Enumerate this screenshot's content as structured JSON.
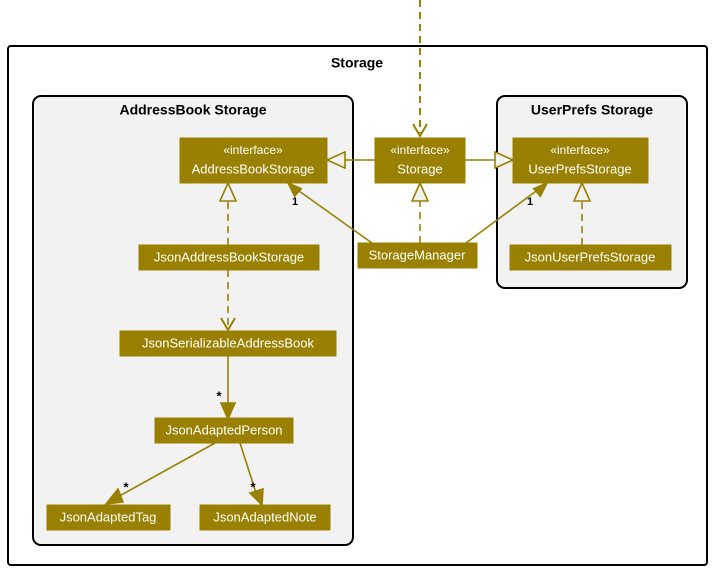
{
  "diagram": {
    "type": "uml-class-diagram",
    "outer_frame": {
      "title": "Storage",
      "fill": "#ffffff",
      "stroke": "#000000"
    },
    "accent_color": "#9a8000",
    "package_fill": "#f2f2f2",
    "packages": [
      {
        "id": "addressbook-storage",
        "title": "AddressBook Storage"
      },
      {
        "id": "userprefs-storage",
        "title": "UserPrefs Storage"
      }
    ],
    "classes": [
      {
        "id": "addressbookstorage",
        "stereotype": "«interface»",
        "name": "AddressBookStorage"
      },
      {
        "id": "storage",
        "stereotype": "«interface»",
        "name": "Storage"
      },
      {
        "id": "userprefsstorage",
        "stereotype": "«interface»",
        "name": "UserPrefsStorage"
      },
      {
        "id": "jsonaddressbookstorage",
        "stereotype": "",
        "name": "JsonAddressBookStorage"
      },
      {
        "id": "storagemanager",
        "stereotype": "",
        "name": "StorageManager"
      },
      {
        "id": "jsonuserprefsstorage",
        "stereotype": "",
        "name": "JsonUserPrefsStorage"
      },
      {
        "id": "jsonserializableaddressbook",
        "stereotype": "",
        "name": "JsonSerializableAddressBook"
      },
      {
        "id": "jsonadaptedperson",
        "stereotype": "",
        "name": "JsonAdaptedPerson"
      },
      {
        "id": "jsonadaptedtag",
        "stereotype": "",
        "name": "JsonAdaptedTag"
      },
      {
        "id": "jsonadaptednote",
        "stereotype": "",
        "name": "JsonAdaptedNote"
      }
    ],
    "multiplicities": [
      {
        "id": "mult-ab",
        "label": "1"
      },
      {
        "id": "mult-up",
        "label": "1"
      },
      {
        "id": "mult-person",
        "label": "*"
      },
      {
        "id": "mult-tag",
        "label": "*"
      },
      {
        "id": "mult-note",
        "label": "*"
      }
    ],
    "relationships": [
      {
        "from": "external",
        "to": "storage",
        "kind": "dependency"
      },
      {
        "from": "storage",
        "to": "addressbookstorage",
        "kind": "generalization"
      },
      {
        "from": "storage",
        "to": "userprefsstorage",
        "kind": "generalization"
      },
      {
        "from": "storagemanager",
        "to": "storage",
        "kind": "realization"
      },
      {
        "from": "jsonaddressbookstorage",
        "to": "addressbookstorage",
        "kind": "realization"
      },
      {
        "from": "jsonuserprefsstorage",
        "to": "userprefsstorage",
        "kind": "realization"
      },
      {
        "from": "storagemanager",
        "to": "addressbookstorage",
        "kind": "association"
      },
      {
        "from": "storagemanager",
        "to": "userprefsstorage",
        "kind": "association"
      },
      {
        "from": "jsonaddressbookstorage",
        "to": "jsonserializableaddressbook",
        "kind": "dependency"
      },
      {
        "from": "jsonserializableaddressbook",
        "to": "jsonadaptedperson",
        "kind": "association"
      },
      {
        "from": "jsonadaptedperson",
        "to": "jsonadaptedtag",
        "kind": "association"
      },
      {
        "from": "jsonadaptedperson",
        "to": "jsonadaptednote",
        "kind": "association"
      }
    ]
  }
}
